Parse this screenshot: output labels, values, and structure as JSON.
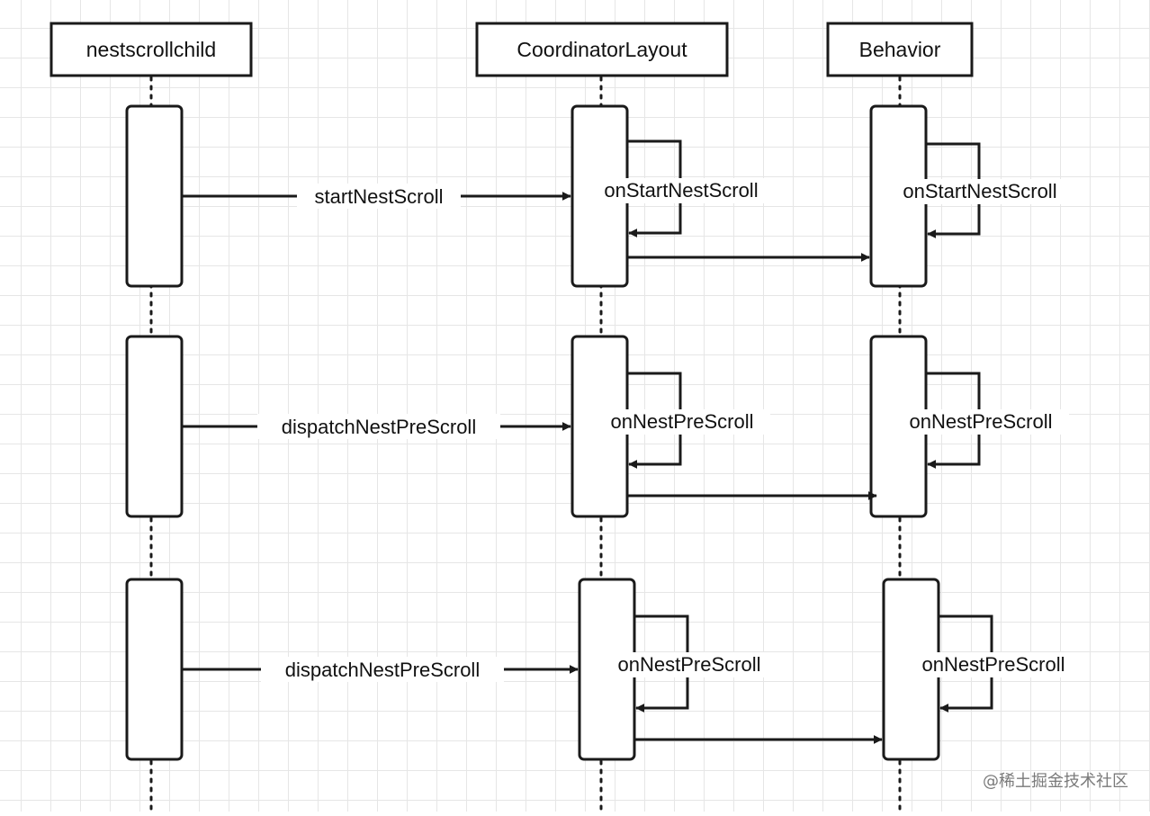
{
  "diagram": {
    "type": "sequence",
    "actors": [
      "nestscrollchild",
      "CoordinatorLayout",
      "Behavior"
    ],
    "interactions": [
      {
        "message": "startNestScroll",
        "coordinator_self": "onStartNestScroll",
        "behavior_self": "onStartNestScroll"
      },
      {
        "message": "dispatchNestPreScroll",
        "coordinator_self": "onNestPreScroll",
        "behavior_self": "onNestPreScroll"
      },
      {
        "message": "dispatchNestPreScroll",
        "coordinator_self": "onNestPreScroll",
        "behavior_self": "onNestPreScroll"
      }
    ]
  },
  "watermark": "@稀土掘金技术社区",
  "colors": {
    "line": "#1a1a1a",
    "grid": "#e6e6e6",
    "background": "#ffffff"
  }
}
